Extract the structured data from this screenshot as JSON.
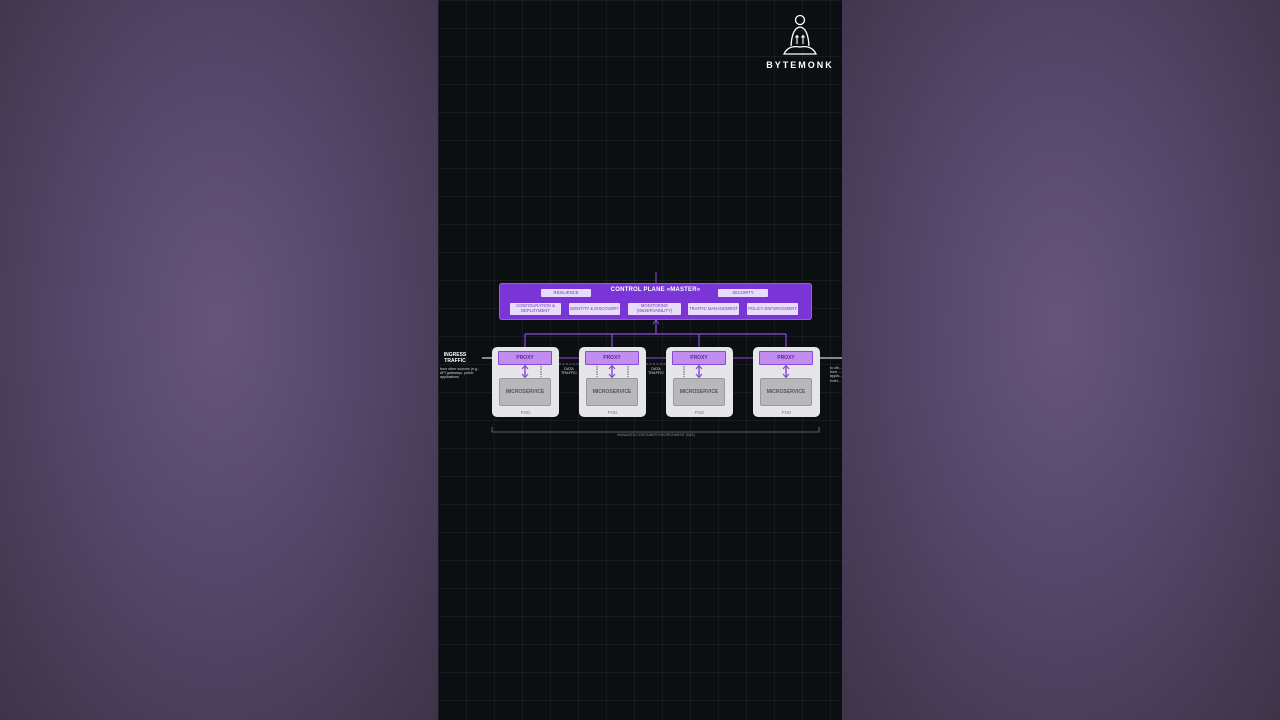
{
  "brand": {
    "name": "BYTEMONK"
  },
  "control_plane": {
    "title": "CONTROL PLANE «MASTER»",
    "top_chips": [
      "RESILIENCE",
      "SECURITY"
    ],
    "bottom_chips": [
      "CONFIGURATION & DEPLOYMENT",
      "IDENTITY & DISCOVERY",
      "MONITORING (OBSERVABILITY)",
      "TRAFFIC MANAGEMENT",
      "POLICY ENFORCEMENT"
    ]
  },
  "pods": [
    {
      "proxy": "PROXY",
      "service": "MICROSERVICE",
      "label": "POD"
    },
    {
      "proxy": "PROXY",
      "service": "MICROSERVICE",
      "label": "POD"
    },
    {
      "proxy": "PROXY",
      "service": "MICROSERVICE",
      "label": "POD"
    },
    {
      "proxy": "PROXY",
      "service": "MICROSERVICE",
      "label": "POD"
    }
  ],
  "ingress": {
    "title": "INGRESS TRAFFIC",
    "subtitle": "from other sources (e.g., API gateways, public applications"
  },
  "data_traffic": [
    "DATA TRAFFIC",
    "DATA TRAFFIC"
  ],
  "egress": {
    "subtitle": "to oth... from ... applic... exter..."
  },
  "environment": {
    "label": "MANAGED CONTAINER ENVIRONMENT (K8S)"
  },
  "colors": {
    "purple": "#7a35d6",
    "proxy": "#c38df0",
    "pod": "#e6e6e8"
  }
}
